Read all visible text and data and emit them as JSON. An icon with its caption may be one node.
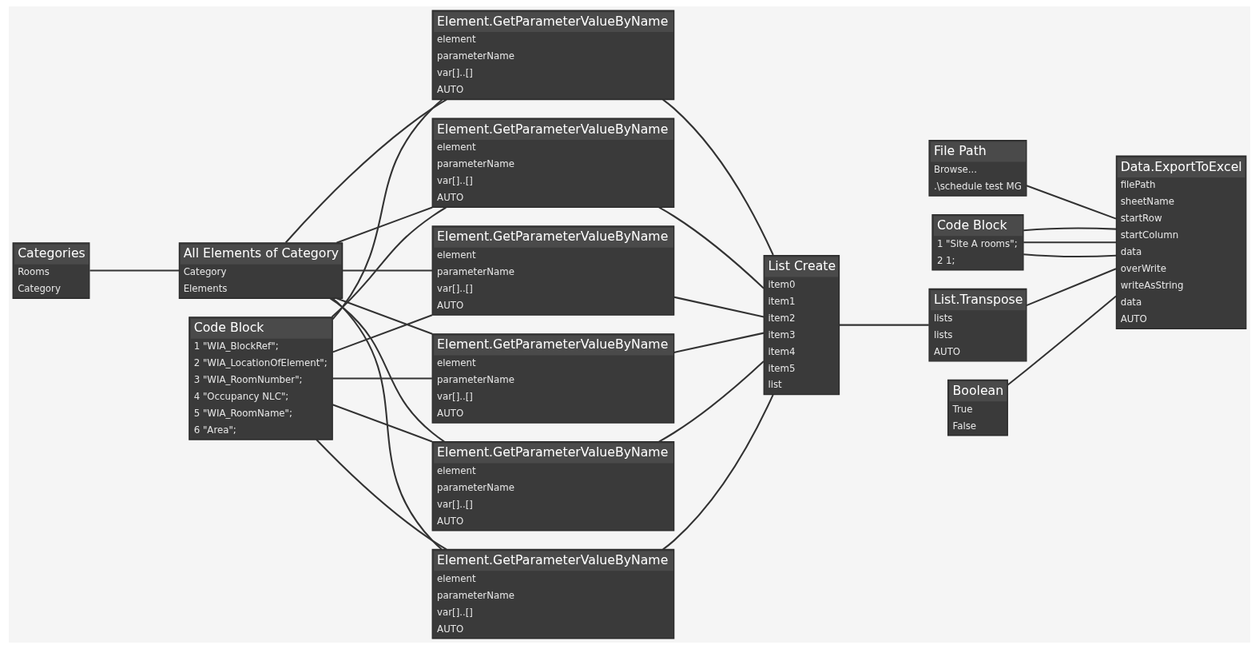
{
  "diagram": {
    "nodes": [
      {
        "text": [
          "Element.GetParameterValueByName",
          "element",
          "parameterName",
          "var[]..[]",
          "AUTO"
        ]
      },
      {
        "text": [
          "File Path",
          "Browse...",
          ".\\schedule test MG"
        ]
      },
      {
        "text": [
          "Code Block",
          "1 \"Site A rooms\";",
          "2 1;"
        ]
      },
      {
        "text": [
          "Data.ExportToExcel",
          "filePath",
          "sheetName",
          "startRow",
          "startColumn",
          "data",
          "overWrite",
          "writeAsString",
          "data",
          "AUTO"
        ]
      },
      {
        "text": [
          "List Create",
          "item0",
          "item1",
          "item2",
          "item3",
          "item4",
          "item5",
          "list"
        ]
      },
      {
        "text": [
          "List.Transpose",
          "lists",
          "lists",
          "AUTO"
        ]
      },
      {
        "text": [
          "Boolean",
          "True",
          "False"
        ]
      },
      {
        "text": [
          "Element.GetParameterValueByName",
          "element",
          "parameterName",
          "var[]..[]",
          "AUTO"
        ]
      },
      {
        "text": [
          "All Elements of Category",
          "Category",
          "Elements"
        ]
      },
      {
        "text": [
          "Categories",
          "Rooms",
          "Category"
        ]
      },
      {
        "text": [
          "Element.GetParameterValueByName",
          "element",
          "parameterName",
          "var[]..[]",
          "AUTO"
        ]
      },
      {
        "text": [
          "Code Block",
          "1 \"WIA_BlockRef\";",
          "2 \"WIA_LocationOfElement\";",
          "3 \"WIA_RoomNumber\";",
          "4 \"Occupancy NLC\";",
          "5 \"WIA_RoomName\";",
          "6 \"Area\";"
        ]
      },
      {
        "text": [
          "Element.GetParameterValueByName",
          "element",
          "parameterName",
          "var[]..[]",
          "AUTO"
        ]
      },
      {
        "text": [
          "Element.GetParameterValueByName",
          "element",
          "parameterName",
          "var[]..[]",
          "AUTO"
        ]
      },
      {
        "text": [
          "Element.GetParameterValueByName",
          "element",
          "parameterName",
          "var[]..[]",
          "AUTO"
        ]
      }
    ],
    "edges": [
      {
        "from": 9,
        "to": 8,
        "arrow": "none"
      },
      {
        "from": 8,
        "to": 0,
        "arrow": "none"
      },
      {
        "from": 8,
        "to": 7,
        "arrow": "none"
      },
      {
        "from": 8,
        "to": 10,
        "arrow": "none"
      },
      {
        "from": 8,
        "to": 12,
        "arrow": "none"
      },
      {
        "from": 8,
        "to": 13,
        "arrow": "none"
      },
      {
        "from": 8,
        "to": 14,
        "arrow": "none"
      },
      {
        "from": 11,
        "to": 0,
        "arrow": "none"
      },
      {
        "from": 11,
        "to": 7,
        "arrow": "none"
      },
      {
        "from": 11,
        "to": 10,
        "arrow": "none"
      },
      {
        "from": 11,
        "to": 12,
        "arrow": "none"
      },
      {
        "from": 11,
        "to": 13,
        "arrow": "none"
      },
      {
        "from": 11,
        "to": 14,
        "arrow": "none"
      },
      {
        "from": 0,
        "to": 4,
        "arrow": "none"
      },
      {
        "from": 7,
        "to": 4,
        "arrow": "none"
      },
      {
        "from": 10,
        "to": 4,
        "arrow": "none"
      },
      {
        "from": 12,
        "to": 4,
        "arrow": "none"
      },
      {
        "from": 13,
        "to": 4,
        "arrow": "none"
      },
      {
        "from": 14,
        "to": 4,
        "arrow": "none"
      },
      {
        "from": 1,
        "to": 3,
        "arrow": "none"
      },
      {
        "from": 2,
        "to": 3,
        "arrow": "none"
      },
      {
        "from": 2,
        "to": 3,
        "arrow": "none"
      },
      {
        "from": 2,
        "to": 3,
        "arrow": "none"
      },
      {
        "from": 4,
        "to": 5,
        "arrow": "none"
      },
      {
        "from": 5,
        "to": 3,
        "arrow": "none"
      },
      {
        "from": 6,
        "to": 3,
        "arrow": "none"
      }
    ]
  }
}
